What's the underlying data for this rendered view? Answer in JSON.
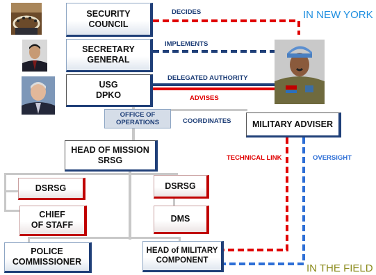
{
  "labels": {
    "decides": "DECIDES",
    "implements": "IMPLEMENTS",
    "delegated_authority": "DELEGATED AUTHORITY",
    "advises": "ADVISES",
    "coordinates": "COORDINATES",
    "technical_link": "TECHNICAL LINK",
    "oversight": "OVERSIGHT",
    "in_new_york": "IN NEW YORK",
    "in_the_field": "IN THE FIELD"
  },
  "boxes": {
    "security_council": [
      "SECURITY",
      "COUNCIL"
    ],
    "secretary_general": [
      "SECRETARY",
      "GENERAL"
    ],
    "usg_dpko": [
      "USG",
      "DPKO"
    ],
    "office_of_operations": [
      "OFFICE OF",
      "OPERATIONS"
    ],
    "military_adviser": "MILITARY ADVISER",
    "head_of_mission": [
      "HEAD OF MISSION",
      "SRSG"
    ],
    "dsrsg_left": "DSRSG",
    "dsrsg_right": "DSRSG",
    "chief_of_staff": [
      "CHIEF",
      "OF STAFF"
    ],
    "dms": "DMS",
    "police_commissioner": [
      "POLICE",
      "COMMISSIONER"
    ],
    "head_of_military_component": [
      "HEAD of MILITARY",
      "COMPONENT"
    ]
  },
  "colors": {
    "red": "#e00000",
    "blue": "#1f3f78",
    "link_blue": "#2e6fd6",
    "in_new_york": "#1f8fe0",
    "in_the_field": "#8a8a1a",
    "connector_gray": "#c8c8c8"
  }
}
